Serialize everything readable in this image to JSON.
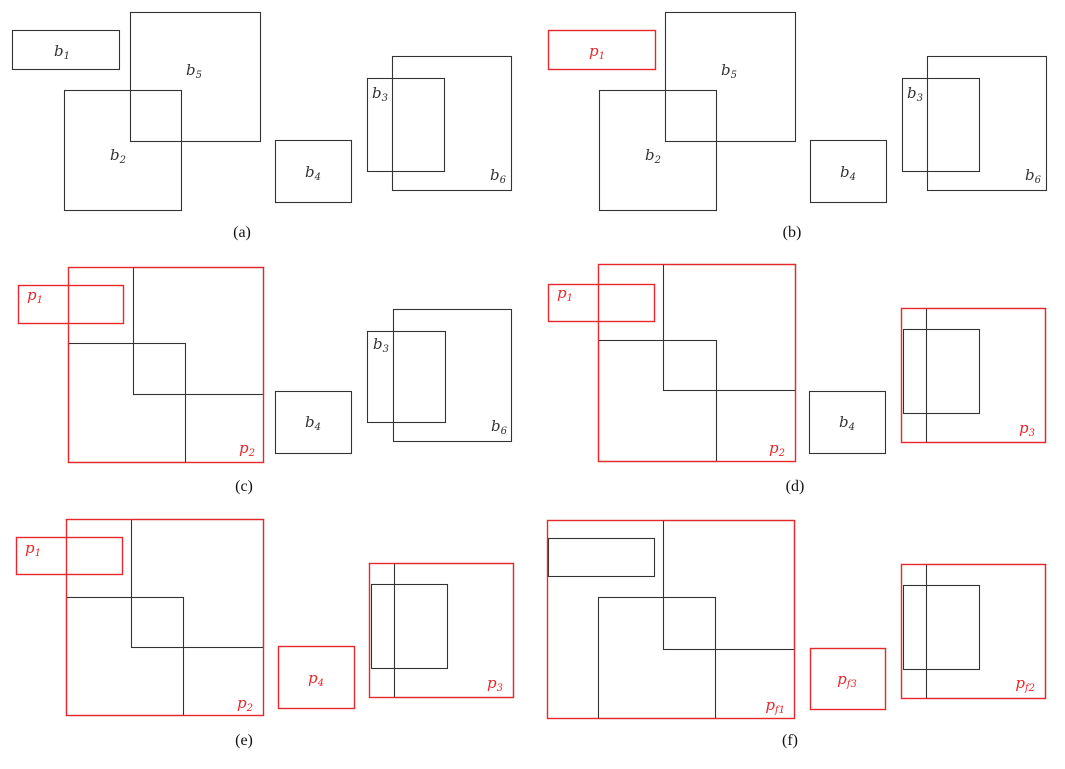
{
  "colors": {
    "plain": "#333333",
    "merged": "#e8282b"
  },
  "panels": [
    {
      "caption": "(a)",
      "boxes": [
        {
          "base": "b",
          "sub": "1",
          "red": false
        },
        {
          "base": "",
          "sub": "",
          "red": false
        },
        {
          "base": "b",
          "sub": "2",
          "red": false
        },
        {
          "base": "b",
          "sub": "5",
          "red": false
        },
        {
          "base": "b",
          "sub": "4",
          "red": false
        },
        {
          "base": "",
          "sub": "",
          "red": false
        },
        {
          "base": "b",
          "sub": "3",
          "red": false
        },
        {
          "base": "b",
          "sub": "6",
          "red": false
        }
      ]
    },
    {
      "caption": "(b)",
      "boxes": [
        {
          "base": "p",
          "sub": "1",
          "red": true
        },
        {
          "base": "",
          "sub": "",
          "red": false
        },
        {
          "base": "b",
          "sub": "2",
          "red": false
        },
        {
          "base": "b",
          "sub": "5",
          "red": false
        },
        {
          "base": "b",
          "sub": "4",
          "red": false
        },
        {
          "base": "",
          "sub": "",
          "red": false
        },
        {
          "base": "b",
          "sub": "3",
          "red": false
        },
        {
          "base": "b",
          "sub": "6",
          "red": false
        }
      ]
    },
    {
      "caption": "(c)",
      "boxes": [
        {
          "base": "p",
          "sub": "1",
          "red": true
        },
        {
          "base": "p",
          "sub": "2",
          "red": true
        },
        {
          "base": "",
          "sub": "",
          "red": false
        },
        {
          "base": "",
          "sub": "",
          "red": false
        },
        {
          "base": "b",
          "sub": "4",
          "red": false
        },
        {
          "base": "",
          "sub": "",
          "red": false
        },
        {
          "base": "b",
          "sub": "3",
          "red": false
        },
        {
          "base": "b",
          "sub": "6",
          "red": false
        }
      ]
    },
    {
      "caption": "(d)",
      "boxes": [
        {
          "base": "p",
          "sub": "1",
          "red": true
        },
        {
          "base": "p",
          "sub": "2",
          "red": true
        },
        {
          "base": "",
          "sub": "",
          "red": false
        },
        {
          "base": "",
          "sub": "",
          "red": false
        },
        {
          "base": "b",
          "sub": "4",
          "red": false
        },
        {
          "base": "p",
          "sub": "3",
          "red": true
        },
        {
          "base": "",
          "sub": "",
          "red": false
        },
        {
          "base": "",
          "sub": "",
          "red": false
        }
      ]
    },
    {
      "caption": "(e)",
      "boxes": [
        {
          "base": "p",
          "sub": "1",
          "red": true
        },
        {
          "base": "p",
          "sub": "2",
          "red": true
        },
        {
          "base": "",
          "sub": "",
          "red": false
        },
        {
          "base": "",
          "sub": "",
          "red": false
        },
        {
          "base": "p",
          "sub": "4",
          "red": true
        },
        {
          "base": "p",
          "sub": "3",
          "red": true
        },
        {
          "base": "",
          "sub": "",
          "red": false
        },
        {
          "base": "",
          "sub": "",
          "red": false
        }
      ]
    },
    {
      "caption": "(f)",
      "boxes": [
        {
          "base": "",
          "sub": "",
          "red": false
        },
        {
          "base": "p",
          "sub": "f1",
          "red": true
        },
        {
          "base": "",
          "sub": "",
          "red": false
        },
        {
          "base": "",
          "sub": "",
          "red": false
        },
        {
          "base": "p",
          "sub": "f3",
          "red": true
        },
        {
          "base": "p",
          "sub": "f2",
          "red": true
        },
        {
          "base": "",
          "sub": "",
          "red": false
        },
        {
          "base": "",
          "sub": "",
          "red": false
        }
      ]
    }
  ]
}
